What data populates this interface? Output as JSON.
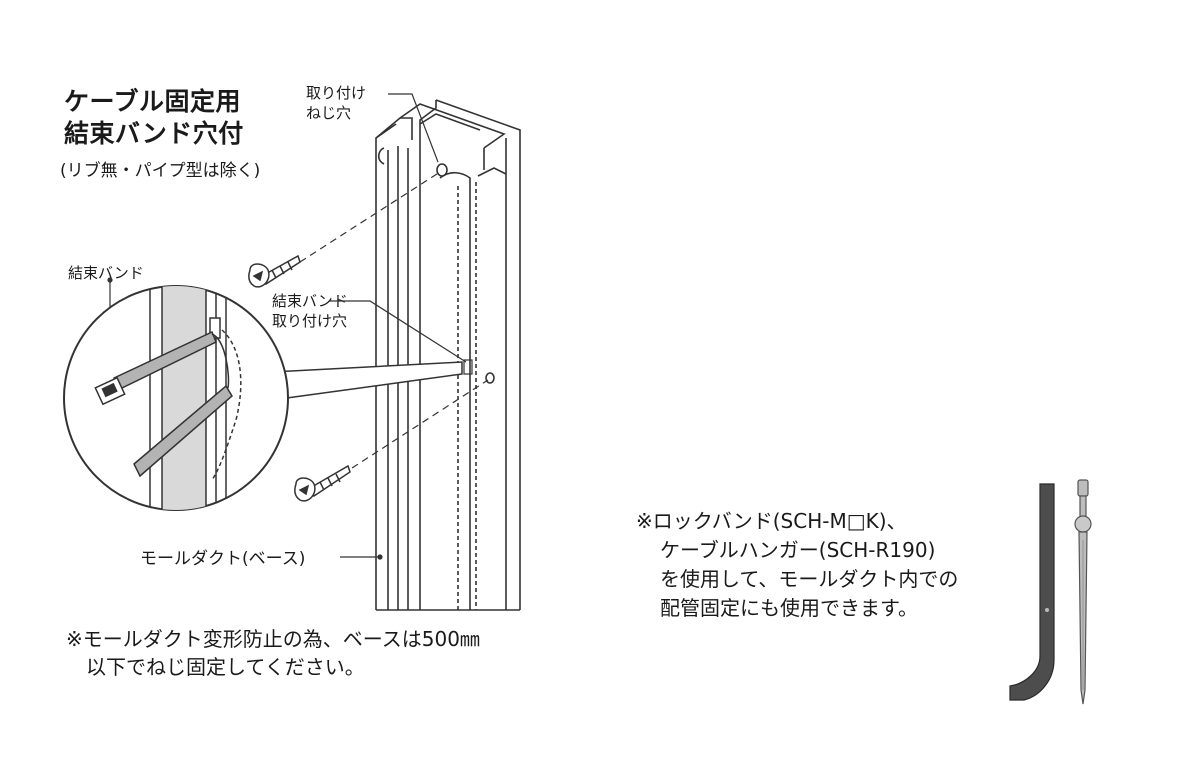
{
  "heading": {
    "line1": "ケーブル固定用",
    "line2": "結束バンド穴付",
    "subtitle": "(リブ無・パイプ型は除く)"
  },
  "callouts": {
    "screw_hole_line1": "取り付け",
    "screw_hole_line2": "ねじ穴",
    "band_label": "結束バンド",
    "band_hole_line1": "結束バンド",
    "band_hole_line2": "取り付け穴",
    "duct_base": "モールダクト(ベース)"
  },
  "note_bottom": {
    "line1": "※モールダクト変形防止の為、ベースは500㎜",
    "line2": "以下でねじ固定してください。"
  },
  "note_right": {
    "line1": "※ロックバンド(SCH-M□K)、",
    "line2": "ケーブルハンガー(SCH-R190)",
    "line3": "を使用して、モールダクト内での",
    "line4": "配管固定にも使用できます。"
  },
  "colors": {
    "line": "#333333",
    "hanger": "#4d4d4d",
    "band": "#9a9a9a"
  }
}
